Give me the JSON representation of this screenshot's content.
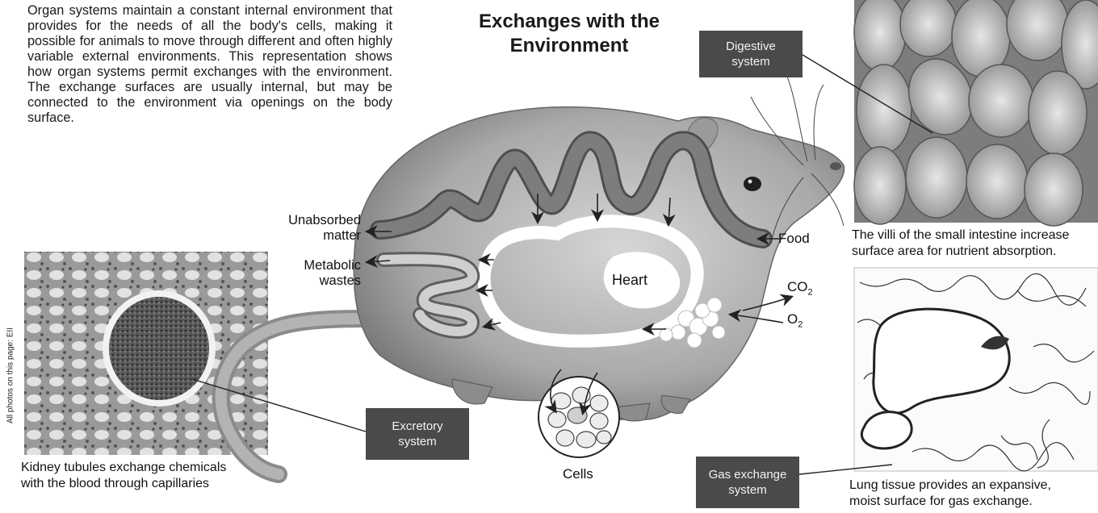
{
  "intro_text": "Organ systems maintain a constant internal environment that provides for the needs of all the body's cells, making it possible for animals to move through different and often highly variable external environments. This representation shows how organ systems permit exchanges with the environment. The exchange surfaces are usually internal, but may be connected to the environment via openings on the body surface.",
  "title_line1": "Exchanges with the",
  "title_line2": "Environment",
  "boxes": {
    "digestive": [
      "Digestive",
      "system"
    ],
    "excretory": [
      "Excretory",
      "system"
    ],
    "gas": [
      "Gas exchange",
      "system"
    ]
  },
  "labels": {
    "unabsorbed": [
      "Unabsorbed",
      "matter"
    ],
    "metabolic": [
      "Metabolic",
      "wastes"
    ],
    "heart": "Heart",
    "food": "Food",
    "co2": "CO",
    "co2_sub": "2",
    "o2": "O",
    "o2_sub": "2",
    "cells": "Cells"
  },
  "captions": {
    "villi": [
      "The villi of the small intestine increase",
      "surface area for nutrient absorption."
    ],
    "lung": [
      "Lung tissue provides an expansive,",
      "moist surface for gas exchange."
    ],
    "kidney": [
      "Kidney tubules exchange chemicals",
      "with the blood through capillaries"
    ]
  },
  "credit": "All photos on this page: EII",
  "colors": {
    "box_bg": "#4a4a4a",
    "gut_tube": "#6b6b6b",
    "circulation": "#ffffff"
  }
}
